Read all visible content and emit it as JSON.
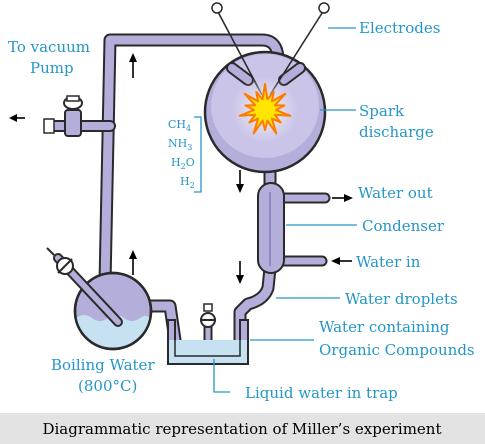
{
  "diagram": {
    "caption": "Diagrammatic representation of Miller’s experiment",
    "labels": {
      "vacuum_line1": "To vacuum",
      "vacuum_line2": "Pump",
      "electrodes": "Electrodes",
      "spark_line1": "Spark",
      "spark_line2": "discharge",
      "water_out": "Water out",
      "condenser": "Condenser",
      "water_in": "Water in",
      "water_droplets": "Water droplets",
      "organic_line1": "Water containing",
      "organic_line2": "Organic Compounds",
      "liquid_trap": "Liquid water in trap",
      "boiling_line1": "Boiling Water",
      "boiling_line2": "(800°C)"
    },
    "gases": [
      {
        "base": "CH",
        "sub": "4"
      },
      {
        "base": "NH",
        "sub": "3"
      },
      {
        "base": "H",
        "sub": "2",
        "tail": "O"
      },
      {
        "base": "H",
        "sub": "2"
      }
    ],
    "colors": {
      "glass": "#b4aedb",
      "glass_outline": "#2a2a2a",
      "label_blue": "#2596c8",
      "spark_yellow": "#ffe600",
      "spark_orange": "#ff7a00",
      "water": "#c6e2f2",
      "caption_bg": "#e3e3e3"
    }
  }
}
